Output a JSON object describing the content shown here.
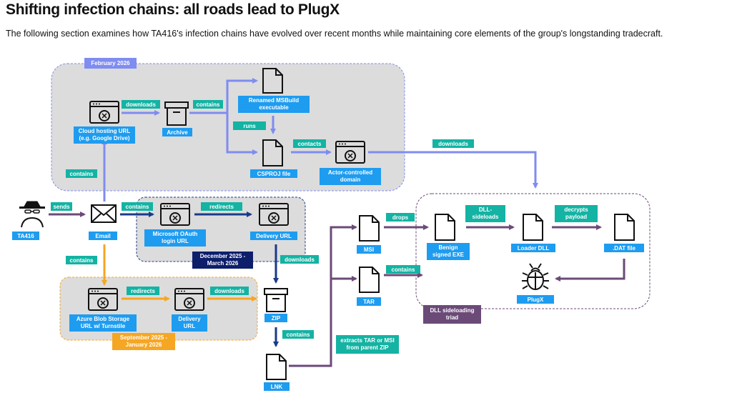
{
  "header": {
    "title": "Shifting infection chains: all roads lead to PlugX",
    "subtitle": "The following section examines how TA416's infection chains have evolved over recent months while maintaining core elements of the group's longstanding tradecraft."
  },
  "colors": {
    "feb_blue": "#7f8cf0",
    "navy": "#1a3a8a",
    "orange": "#f5a623",
    "purple": "#6b4a78",
    "teal_label": "#14b3a3",
    "node_label": "#1e9cf0"
  },
  "groups": {
    "feb2026": "February 2026",
    "dec2025": "December 2025 -\nMarch 2026",
    "sep2025": "September 2025 -\nJanuary 2026",
    "dll": "DLL sideloading\ntriad"
  },
  "nodes": {
    "ta416": "TA416",
    "email": "Email",
    "cloud": "Cloud hosting URL\n(e.g. Google Drive)",
    "archive": "Archive",
    "msbuild": "Renamed MSBuild\nexecutable",
    "csproj": "CSPROJ file",
    "actor": "Actor-controlled\ndomain",
    "oauth": "Microsoft OAuth\nlogin URL",
    "delivery_url": "Delivery URL",
    "azure": "Azure Blob Storage\nURL w/ Turnstile",
    "delivery2": "Delivery\nURL",
    "zip": "ZIP",
    "lnk": "LNK",
    "msi": "MSI",
    "tar": "TAR",
    "benign": "Benign\nsigned EXE",
    "loader": "Loader DLL",
    "dat": ".DAT file",
    "plugx": "PlugX"
  },
  "edges": {
    "sends": "sends",
    "downloads1": "downloads",
    "contains1": "contains",
    "runs": "runs",
    "contacts": "contacts",
    "downloads2": "downloads",
    "contains_up": "contains",
    "contains2": "contains",
    "redirects1": "redirects",
    "downloads3": "downloads",
    "contains_down": "contains",
    "redirects2": "redirects",
    "downloads4": "downloads",
    "contains_zip": "contains",
    "extracts": "extracts TAR or MSI\nfrom parent ZIP",
    "drops": "drops",
    "contains_tar": "contains",
    "sideloads": "DLL-\nsideloads",
    "decrypts": "decrypts\npayload"
  }
}
